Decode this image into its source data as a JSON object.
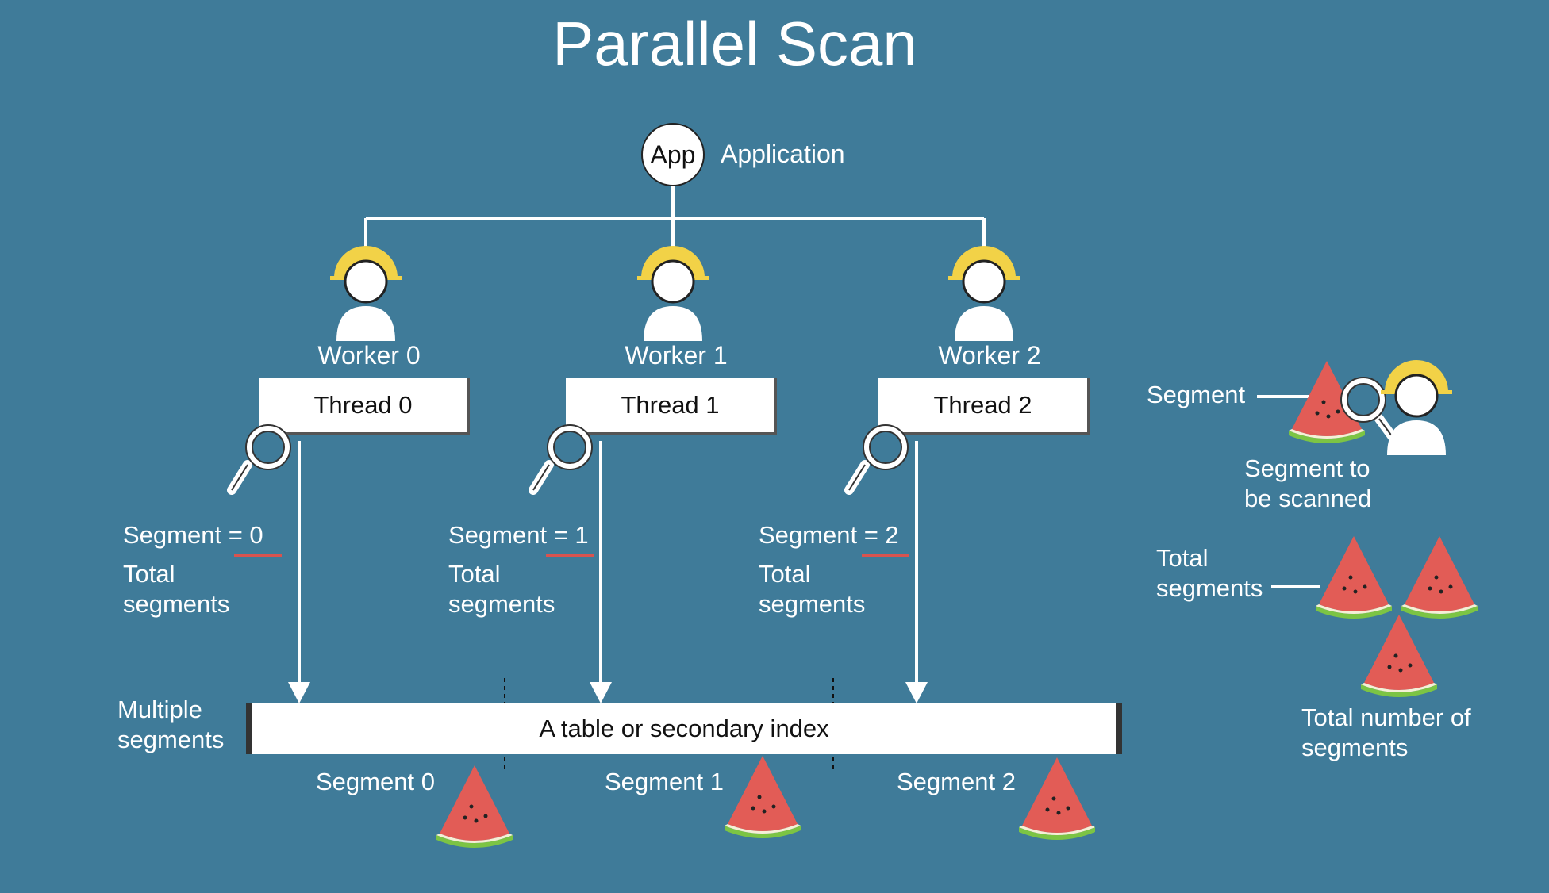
{
  "title": "Parallel Scan",
  "app": {
    "circle_label": "App",
    "label": "Application"
  },
  "workers": [
    {
      "worker": "Worker 0",
      "thread": "Thread 0",
      "segment_key": "Segment",
      "segment_value": "= 0",
      "total_label": "Total\nsegments"
    },
    {
      "worker": "Worker 1",
      "thread": "Thread 1",
      "segment_key": "Segment",
      "segment_value": "= 1",
      "total_label": "Total\nsegments"
    },
    {
      "worker": "Worker 2",
      "thread": "Thread 2",
      "segment_key": "Segment",
      "segment_value": "= 2",
      "total_label": "Total\nsegments"
    }
  ],
  "table": {
    "side_label": "Multiple\nsegments",
    "label": "A table or secondary index",
    "segments": [
      "Segment 0",
      "Segment 1",
      "Segment 2"
    ]
  },
  "legend": {
    "segment": "Segment",
    "segment_to_scan": "Segment to\nbe scanned",
    "total_segments": "Total\nsegments",
    "total_number": "Total number of\nsegments"
  },
  "colors": {
    "background": "#3f7b99",
    "helmet": "#f2d247",
    "underline": "#d9534f",
    "watermelon_flesh": "#e25c56",
    "watermelon_rind": "#7cc444"
  }
}
